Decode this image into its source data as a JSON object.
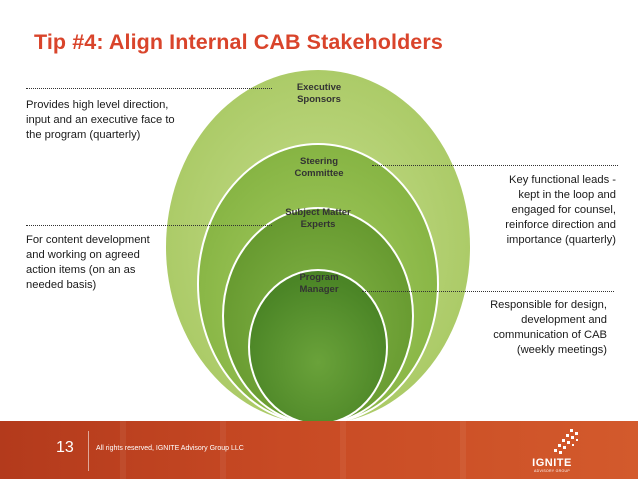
{
  "slide": {
    "title": "Tip #4: Align Internal CAB Stakeholders",
    "page_number": "13",
    "copyright": "All rights reserved, IGNITE Advisory Group LLC"
  },
  "logo": {
    "word": "IGNITE",
    "sub": "ADVISORY GROUP"
  },
  "diagram": {
    "rings": [
      {
        "label_line1": "Executive",
        "label_line2": "Sponsors"
      },
      {
        "label_line1": "Steering",
        "label_line2": "Committee"
      },
      {
        "label_line1": "Subject Matter",
        "label_line2": "Experts"
      },
      {
        "label_line1": "Program",
        "label_line2": "Manager"
      }
    ],
    "annotations": [
      {
        "lines": [
          "Provides high level direction,",
          "input and an executive face to",
          "the program (quarterly)"
        ]
      },
      {
        "lines": [
          "Key functional leads -",
          "kept in the loop and",
          "engaged for counsel,",
          "reinforce direction and",
          "importance (quarterly)"
        ]
      },
      {
        "lines": [
          "For content development",
          "and working on agreed",
          "action items (on an as",
          "needed basis)"
        ]
      },
      {
        "lines": [
          "Responsible for design,",
          "development and",
          "communication of CAB",
          "(weekly meetings)"
        ]
      }
    ]
  },
  "colors": {
    "title": "#d9442b",
    "ring_1": "#b5d175",
    "ring_2": "#94c055",
    "ring_3": "#74a83a",
    "ring_4": "#4d8a26",
    "footer": "#c44a24"
  }
}
